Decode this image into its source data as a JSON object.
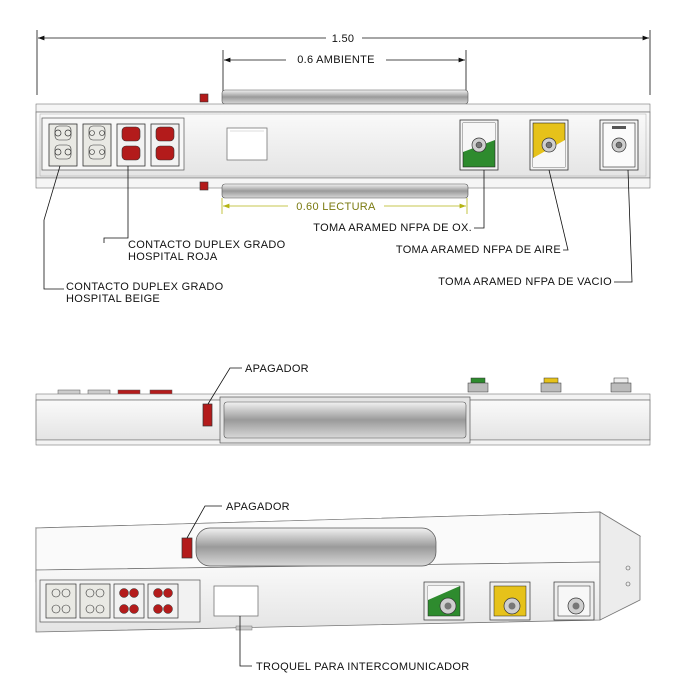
{
  "dimensions": {
    "overall": "1.50",
    "ambient": "0.6 AMBIENTE",
    "reading": "0.60 LECTURA"
  },
  "labels": {
    "red_outlet": [
      "CONTACTO DUPLEX GRADO",
      "HOSPITAL ROJA"
    ],
    "beige_outlet": [
      "CONTACTO DUPLEX GRADO",
      "HOSPITAL BEIGE"
    ],
    "oxygen": "TOMA ARAMED NFPA DE OX.",
    "air": "TOMA ARAMED NFPA DE AIRE",
    "vacuum": "TOMA ARAMED NFPA DE VACIO",
    "switch_bottom_view": "APAGADOR",
    "switch_iso_view": "APAGADOR",
    "intercom": "TROQUEL PARA INTERCOMUNICADOR"
  },
  "colors": {
    "red_outlet": "#b31b1b",
    "beige_outlet": "#e9e9e4",
    "oxygen": "#2e8b2e",
    "air": "#e6c21a",
    "vacuum": "#f4f4f4",
    "dimension_yellow": "#b5b514"
  }
}
